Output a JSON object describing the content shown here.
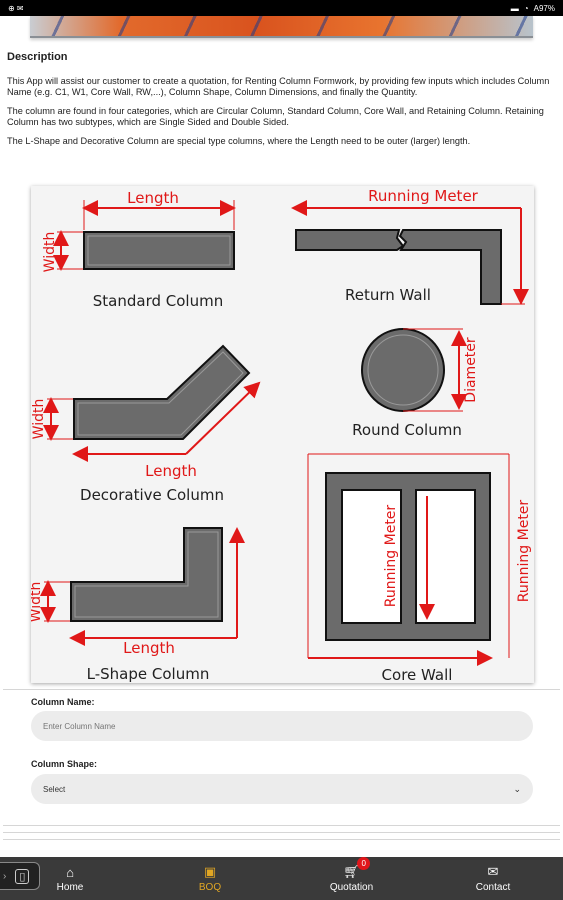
{
  "status_bar": {
    "time_icons": "⊕ ✉",
    "right_text": "A97%"
  },
  "description": {
    "heading": "Description",
    "paragraphs": [
      "This App will assist our customer to create a quotation, for Renting Column Formwork, by providing few inputs which includes Column Name (e.g. C1, W1, Core Wall, RW,...), Column Shape, Column Dimensions, and finally the Quantity.",
      "The column are found in four categories, which are Circular Column, Standard Column, Core Wall, and Retaining Column. Retaining Column has two subtypes, which are Single Sided and Double Sided.",
      "The L-Shape and Decorative Column are special type columns, where the Length need to be outer (larger) length."
    ]
  },
  "diagram": {
    "standard": {
      "title": "Standard Column",
      "length": "Length",
      "width": "Width"
    },
    "return_wall": {
      "title": "Return Wall",
      "running": "Running Meter"
    },
    "round": {
      "title": "Round Column",
      "diameter": "Diameter"
    },
    "decorative": {
      "title": "Decorative Column",
      "length": "Length",
      "width": "Width"
    },
    "core_wall": {
      "title": "Core Wall",
      "running_inner": "Running Meter",
      "running_outer": "Running Meter"
    },
    "lshape": {
      "title": "L-Shape Column",
      "length": "Length",
      "width": "Width"
    },
    "colors": {
      "shape_fill": "#6b6b6b",
      "shape_stroke": "#111111",
      "annotation": "#e01818"
    }
  },
  "form": {
    "column_name_label": "Column Name:",
    "column_name_placeholder": "Enter Column Name",
    "column_shape_label": "Column Shape:",
    "column_shape_selected": "Select"
  },
  "nav": {
    "items": [
      {
        "label": "Home",
        "icon": "home-icon"
      },
      {
        "label": "BOQ",
        "icon": "shopping-bag-icon"
      },
      {
        "label": "Quotation",
        "icon": "cart-icon",
        "badge": "0"
      },
      {
        "label": "Contact",
        "icon": "envelope-icon"
      }
    ],
    "active_color": "#e0a624"
  }
}
